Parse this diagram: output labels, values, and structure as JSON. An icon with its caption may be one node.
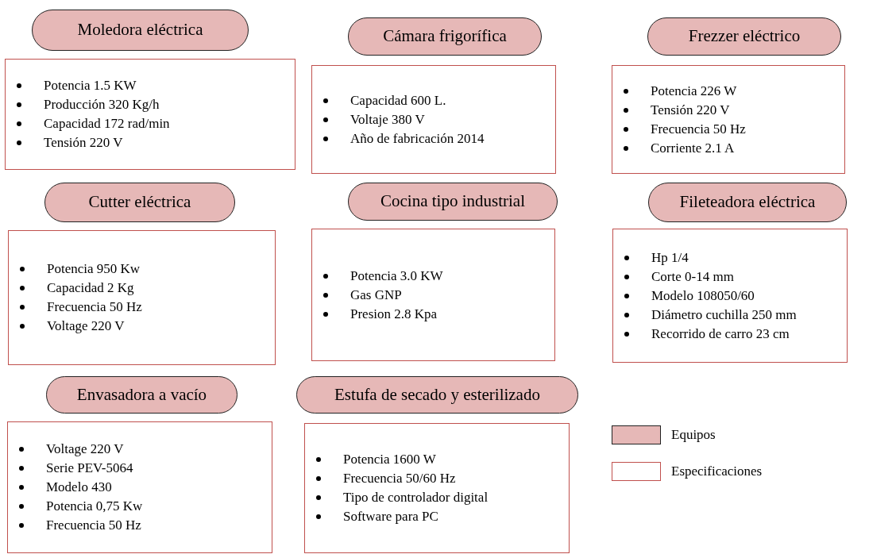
{
  "diagram": {
    "nodes": [
      {
        "text": [
          "Moledora eléctrica"
        ]
      },
      {
        "text": [
          "Cámara frigorífica"
        ]
      },
      {
        "text": [
          "Frezzer eléctrico"
        ]
      },
      {
        "text": [
          "Potencia 1.5 KW",
          "Producción 320 Kg/h",
          "Capacidad 172 rad/min",
          "Tensión 220 V"
        ]
      },
      {
        "text": [
          "Capacidad 600 L.",
          "Voltaje 380 V",
          "Año de fabricación 2014"
        ]
      },
      {
        "text": [
          "Potencia 226 W",
          "Tensión 220 V",
          "Frecuencia 50 Hz",
          "Corriente 2.1 A"
        ]
      },
      {
        "text": [
          "Cutter eléctrica"
        ]
      },
      {
        "text": [
          "Cocina tipo industrial"
        ]
      },
      {
        "text": [
          "Fileteadora eléctrica"
        ]
      },
      {
        "text": [
          "Potencia 950 Kw",
          "Capacidad 2 Kg",
          "Frecuencia 50 Hz",
          "Voltage 220 V"
        ]
      },
      {
        "text": [
          "Potencia 3.0 KW",
          "Gas GNP",
          "Presion 2.8 Kpa"
        ]
      },
      {
        "text": [
          "Hp 1/4",
          "Corte 0-14 mm",
          "Modelo 108050/60",
          "Diámetro cuchilla 250 mm",
          "Recorrido de carro 23 cm"
        ]
      },
      {
        "text": [
          "Envasadora a vacío"
        ]
      },
      {
        "text": [
          "Estufa de secado y esterilizado"
        ]
      },
      {
        "text": [
          "Voltage 220 V",
          "Serie PEV-5064",
          "Modelo 430",
          "Potencia 0,75 Kw",
          "Frecuencia 50 Hz"
        ]
      },
      {
        "text": [
          "Potencia 1600 W",
          "Frecuencia 50/60 Hz",
          "Tipo de controlador digital",
          "Software para PC"
        ]
      }
    ],
    "legend": [
      {
        "text": "Equipos",
        "color": "#e6b8b7"
      },
      {
        "text": "Especificaciones"
      }
    ]
  }
}
